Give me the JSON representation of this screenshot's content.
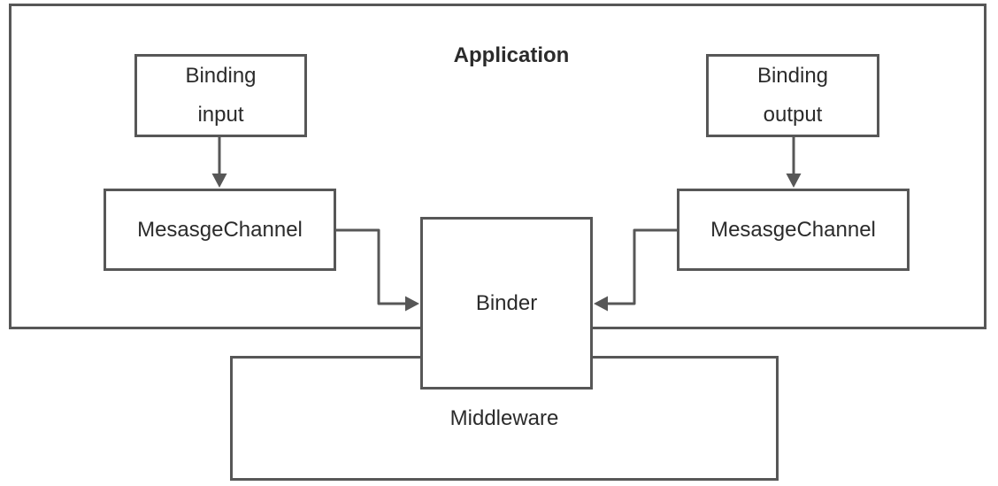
{
  "diagram": {
    "application": {
      "label": "Application"
    },
    "binding_input": {
      "line1": "Binding",
      "line2": "input"
    },
    "binding_output": {
      "line1": "Binding",
      "line2": "output"
    },
    "message_channel_left": {
      "label": "MesasgeChannel"
    },
    "message_channel_right": {
      "label": "MesasgeChannel"
    },
    "binder": {
      "label": "Binder"
    },
    "middleware": {
      "label": "Middleware"
    },
    "colors": {
      "border": "#575757",
      "text": "#2b2b2b",
      "background": "#ffffff"
    }
  }
}
